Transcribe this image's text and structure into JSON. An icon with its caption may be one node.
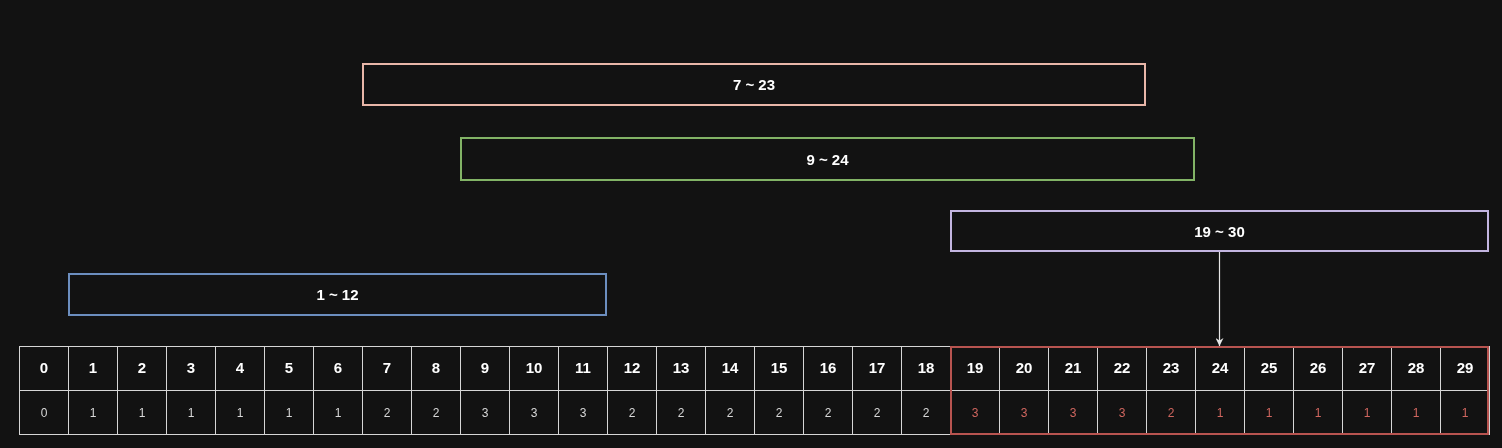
{
  "diagram": {
    "nodes": [
      {
        "text": [
          "7 ~ 23"
        ]
      },
      {
        "text": [
          "9 ~ 24"
        ]
      },
      {
        "text": [
          "19 ~ 30"
        ]
      },
      {
        "text": [
          "1 ~ 12"
        ]
      },
      {
        "text": [],
        "shape": "box"
      }
    ],
    "edges": [
      {
        "from": 2,
        "to": 4,
        "arrow": "to"
      }
    ],
    "labels": [
      "0",
      "1",
      "2",
      "3",
      "4",
      "5",
      "6",
      "7",
      "8",
      "9",
      "10",
      "11",
      "12",
      "13",
      "14",
      "15",
      "16",
      "17",
      "18",
      "19",
      "20",
      "21",
      "22",
      "23",
      "24",
      "25",
      "26",
      "27",
      "28",
      "29",
      "0",
      "1",
      "1",
      "1",
      "1",
      "1",
      "1",
      "2",
      "2",
      "3",
      "3",
      "3",
      "2",
      "2",
      "2",
      "2",
      "2",
      "2",
      "2",
      "3",
      "3",
      "3",
      "3",
      "2",
      "1",
      "1",
      "1",
      "1",
      "1",
      "1"
    ]
  }
}
